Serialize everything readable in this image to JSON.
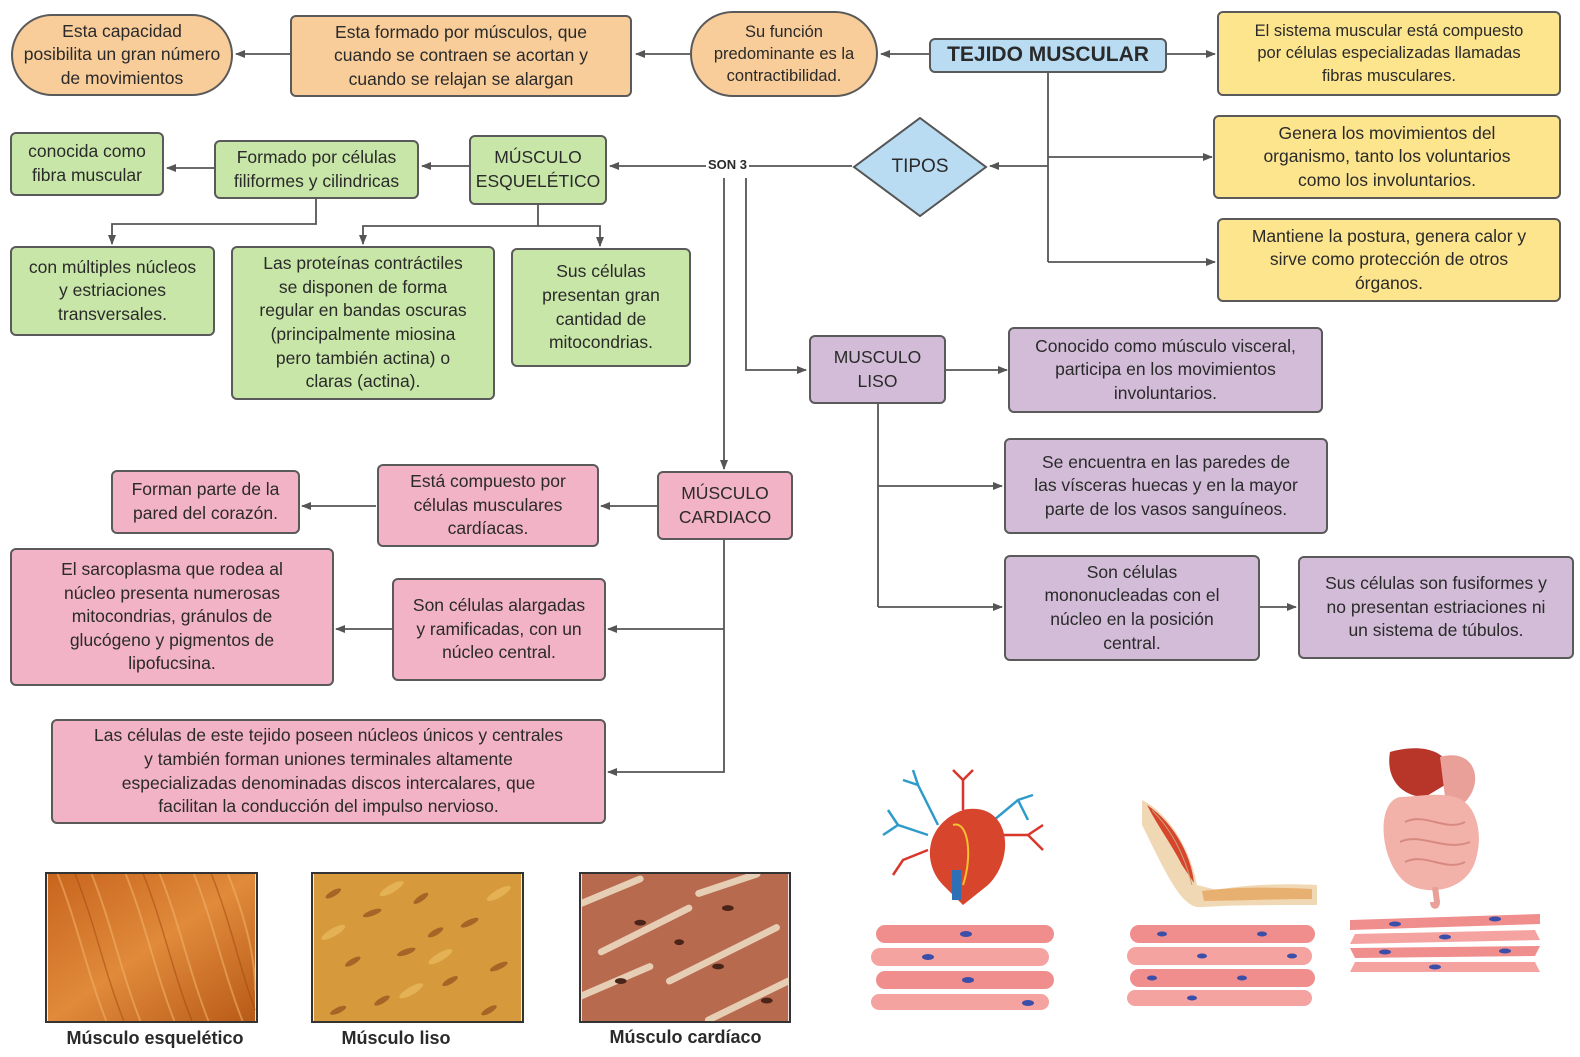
{
  "colors": {
    "orange": "#f8cd9a",
    "yellow": "#fde58e",
    "green": "#c8e6a8",
    "pink": "#f2b3c6",
    "purple": "#d2bcd7",
    "blue": "#b9dcf2",
    "line": "#555555"
  },
  "root": {
    "label": "TEJIDO MUSCULAR"
  },
  "top": {
    "function": "Su función\npredominante es la\ncontractibilidad.",
    "formed": "Esta formado por músculos, que\ncuando se contraen se acortan y\ncuando se relajan se alargan",
    "capacity": "Esta capacidad\nposibilita un gran número\nde movimientos"
  },
  "right": {
    "composition": "El sistema muscular está compuesto\npor células especializadas llamadas\nfibras musculares.",
    "movements": "Genera los movimientos del\norganismo, tanto los voluntarios\ncomo los involuntarios.",
    "posture": "Mantiene la postura, genera calor y\nsirve como protección de otros\nórganos."
  },
  "types": {
    "label": "TIPOS",
    "connector": "SON 3"
  },
  "skeletal": {
    "label": "MÚSCULO\nESQUELÉTICO",
    "formed": "Formado por células\nfiliformes y cilindricas",
    "known": "conocida como\nfibra muscular",
    "nuclei": "con múltiples núcleos\ny estriaciones\ntransversales.",
    "proteins": "Las proteínas contráctiles\nse disponen de forma\nregular en bandas oscuras\n(principalmente miosina\npero también actina) o\nclaras (actina).",
    "mito": "Sus células\npresentan gran\ncantidad de\nmitocondrias."
  },
  "smooth": {
    "label": "MUSCULO\nLISO",
    "visceral": "Conocido como músculo visceral,\nparticipa en los movimientos\ninvoluntarios.",
    "walls": "Se encuentra en las paredes de\nlas vísceras huecas y en la mayor\nparte de los vasos sanguíneos.",
    "mono": "Son células\nmononucleadas con el\nnúcleo en la posición\ncentral.",
    "fusiform": "Sus células son fusiformes y\nno presentan estriaciones ni\nun sistema de túbulos."
  },
  "cardiac": {
    "label": "MÚSCULO\nCARDIACO",
    "composed": "Está compuesto por\ncélulas musculares\ncardíacas.",
    "heart": "Forman parte de la\npared del corazón.",
    "elongated": "Son células alargadas\ny ramificadas, con un\nnúcleo central.",
    "sarcoplasm": "El sarcoplasma que rodea al\nnúcleo presenta numerosas\nmitocondrias, gránulos de\nglucógeno y pigmentos de\nlipofucsina.",
    "discs": "Las células de este tejido poseen núcleos únicos y centrales\ny también forman uniones terminales altamente\nespecializadas denominadas discos intercalares, que\nfacilitan la conducción del impulso nervioso."
  },
  "photos": [
    {
      "caption": "Músculo esquelético"
    },
    {
      "caption": "Músculo liso"
    },
    {
      "caption": "Músculo cardíaco"
    }
  ],
  "illustrations": [
    "heart-with-cardiac-fibers",
    "arm-with-skeletal-fibers",
    "digestive-organs-with-smooth-fibers"
  ]
}
